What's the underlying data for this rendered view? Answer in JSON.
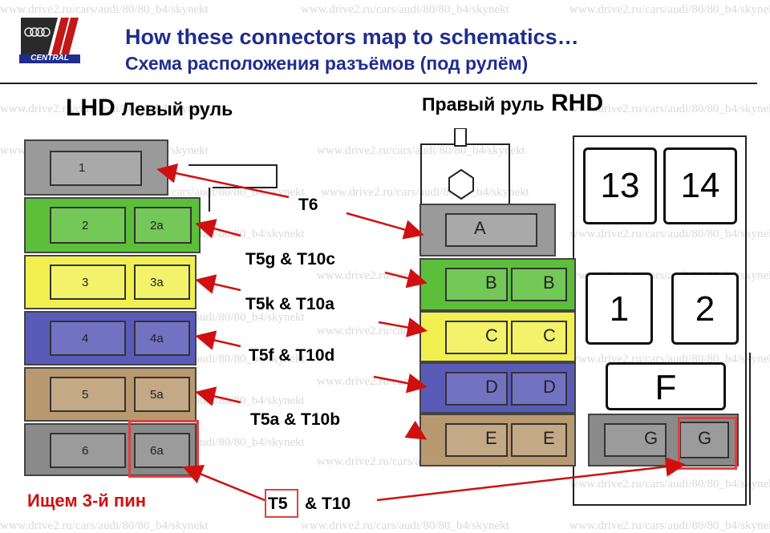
{
  "watermark": "www.drive2.ru/cars/audi/80/80_b4/skynekt",
  "logo": {
    "text": "CENTRAL"
  },
  "header": {
    "title_en": "How these connectors map to schematics…",
    "title_ru": "Схема расположения разъёмов (под рулём)"
  },
  "lhd": {
    "code": "LHD",
    "name": "Левый руль"
  },
  "rhd": {
    "code": "RHD",
    "name": "Правый руль"
  },
  "connector_labels": [
    "T6",
    "T5g & T10c",
    "T5k & T10a",
    "T5f & T10d",
    "T5a & T10b"
  ],
  "bottom_label": {
    "part1": "T5",
    "part2": "& T10"
  },
  "search_note": "Ищем 3-й пин",
  "lhd_connectors": [
    {
      "left": "1",
      "right": "",
      "color": "#9a9a9a"
    },
    {
      "left": "2",
      "right": "2a",
      "color": "#5cbf3a"
    },
    {
      "left": "3",
      "right": "3a",
      "color": "#f2f050"
    },
    {
      "left": "4",
      "right": "4a",
      "color": "#5a5ab8"
    },
    {
      "left": "5",
      "right": "5a",
      "color": "#b99a70"
    },
    {
      "left": "6",
      "right": "6a",
      "color": "#8a8a8a"
    }
  ],
  "rhd_connectors": [
    {
      "left": "A",
      "right": "",
      "color": "#9a9a9a"
    },
    {
      "left": "B",
      "right": "B",
      "color": "#5cbf3a"
    },
    {
      "left": "C",
      "right": "C",
      "color": "#f2f050"
    },
    {
      "left": "D",
      "right": "D",
      "color": "#5a5ab8"
    },
    {
      "left": "E",
      "right": "E",
      "color": "#b99a70"
    },
    {
      "left": "G",
      "right": "G",
      "color": "#8a8a8a"
    }
  ],
  "relays": [
    "13",
    "14",
    "1",
    "2",
    "F"
  ],
  "colors": {
    "title": "#1f2d8f",
    "arrow": "#d01010",
    "highlight": "#e04040"
  }
}
